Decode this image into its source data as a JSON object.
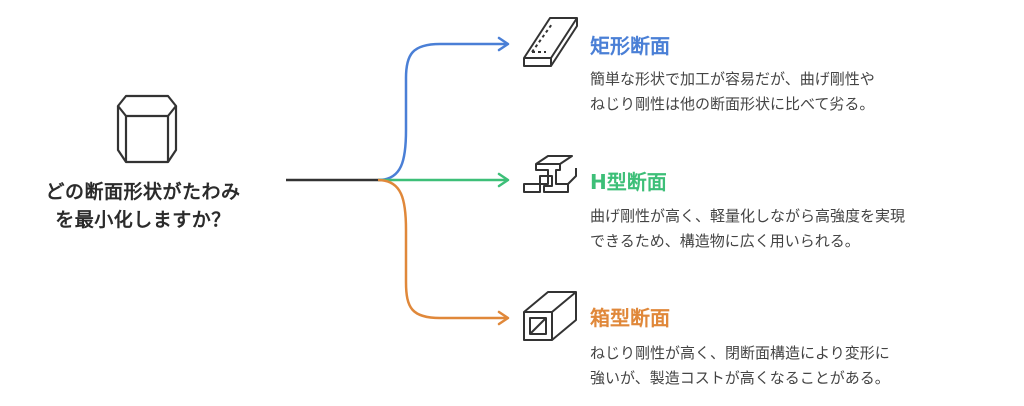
{
  "question": {
    "line1": "どの断面形状がたわみ",
    "line2": "を最小化しますか？"
  },
  "options": [
    {
      "title": "矩形断面",
      "color": "#4a7fd6",
      "icon": "rectangular-beam-icon",
      "desc1": "簡単な形状で加工が容易だが、曲げ剛性や",
      "desc2": "ねじり剛性は他の断面形状に比べて劣る。"
    },
    {
      "title": "H型断面",
      "color": "#3dbf78",
      "icon": "h-beam-icon",
      "desc1": "曲げ剛性が高く、軽量化しながら高強度を実現",
      "desc2": "できるため、構造物に広く用いられる。"
    },
    {
      "title": "箱型断面",
      "color": "#e0883a",
      "icon": "box-beam-icon",
      "desc1": "ねじり剛性が高く、閉断面構造により変形に",
      "desc2": "強いが、製造コストが高くなることがある。"
    }
  ]
}
